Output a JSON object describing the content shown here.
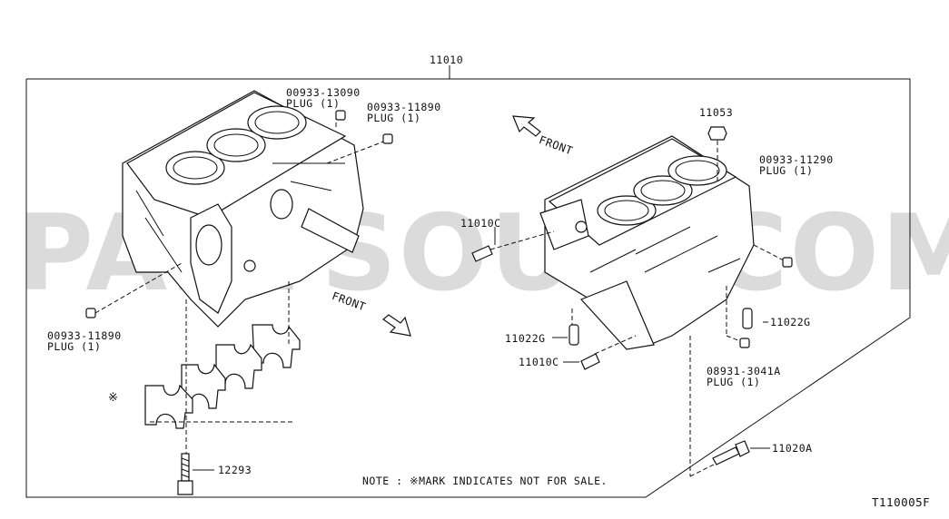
{
  "parts": {
    "assembly": "11010",
    "plug_13090": "00933-13090",
    "plug_13090_qty": "PLUG (1)",
    "plug_11890_top": "00933-11890",
    "plug_11890_top_qty": "PLUG (1)",
    "plug_11890_left": "00933-11890",
    "plug_11890_left_qty": "PLUG (1)",
    "nut_11053": "11053",
    "plug_11290": "00933-11290",
    "plug_11290_qty": "PLUG (1)",
    "dowel_11010c_top": "11010C",
    "dowel_11010c_bottom": "11010C",
    "pin_11022g_left": "11022G",
    "pin_11022g_right": "11022G",
    "plug_3041a": "08931-3041A",
    "plug_3041a_qty": "PLUG (1)",
    "bolt_11020a": "11020A",
    "bolt_12293": "12293",
    "not_for_sale_mark": "※"
  },
  "arrows": {
    "front_top": "FRONT",
    "front_middle": "FRONT"
  },
  "note": "NOTE : ※MARK INDICATES NOT FOR SALE.",
  "diagram_code": "T110005F",
  "watermark": "PARTSOUQ.COM"
}
